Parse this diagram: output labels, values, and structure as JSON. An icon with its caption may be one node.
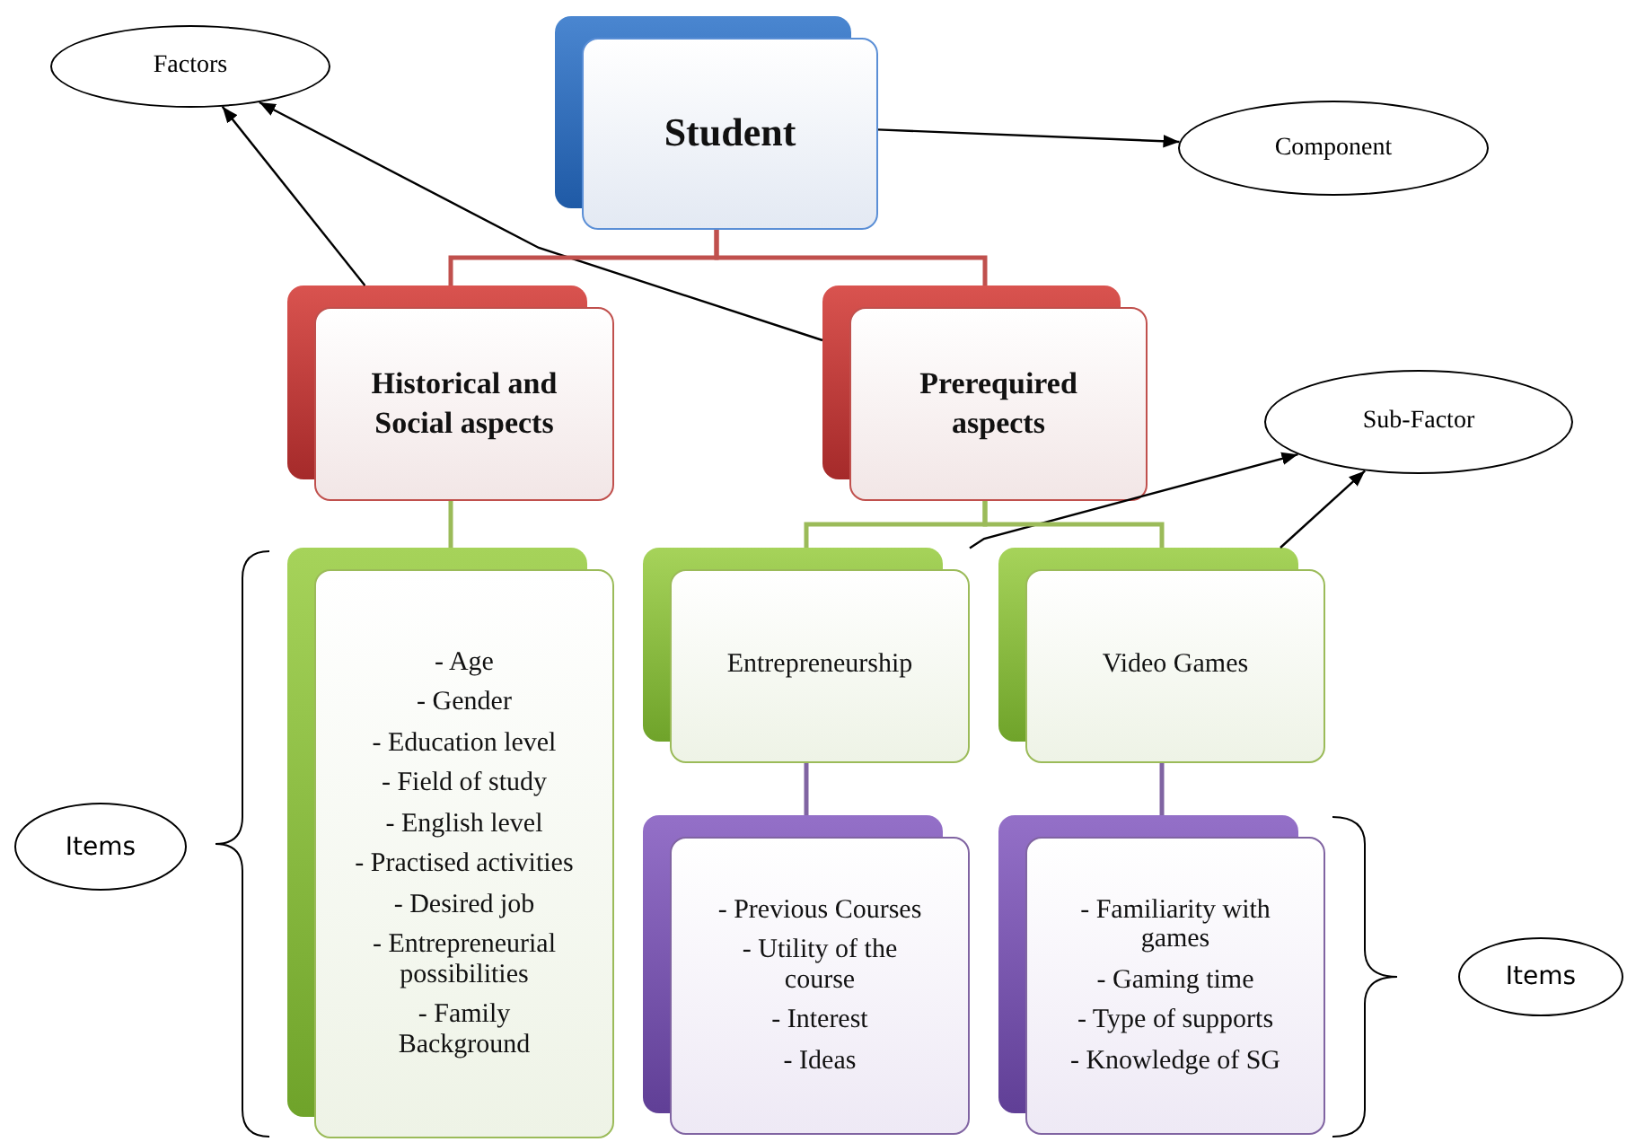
{
  "diagram": {
    "nodes": [
      {
        "text": [
          "Student"
        ]
      },
      {
        "text": [
          "Factors"
        ]
      },
      {
        "text": [
          "Component"
        ]
      },
      {
        "text": [
          "Historical and Social aspects"
        ]
      },
      {
        "text": [
          "Prerequired aspects"
        ]
      },
      {
        "text": [
          "Sub-Factor"
        ]
      },
      {
        "text": [
          "- Age",
          "- Gender",
          "- Education level",
          "- Field of study",
          "- English level",
          "- Practised activities",
          "- Desired job",
          "- Entrepreneurial possibilities",
          "- Family Background"
        ]
      },
      {
        "text": [
          "Entrepreneurship"
        ]
      },
      {
        "text": [
          "Video Games"
        ]
      },
      {
        "text": [
          "- Previous Courses",
          "- Utility of the course",
          "- Interest",
          "- Ideas"
        ]
      },
      {
        "text": [
          "- Familiarity with games",
          "- Gaming time",
          "- Type of supports",
          "- Knowledge of SG"
        ]
      },
      {
        "text": [
          "Items"
        ]
      },
      {
        "text": [
          "Items"
        ]
      }
    ],
    "edges": [
      {
        "from": 0,
        "to": 2,
        "arrow": "to"
      },
      {
        "from": 3,
        "to": 1,
        "arrow": "to"
      },
      {
        "from": 4,
        "to": 1,
        "arrow": "to"
      },
      {
        "from": 7,
        "to": 5,
        "arrow": "to"
      },
      {
        "from": 8,
        "to": 5,
        "arrow": "to"
      },
      {
        "from": 0,
        "to": 3,
        "arrow": "none",
        "color": "#c0504d"
      },
      {
        "from": 0,
        "to": 4,
        "arrow": "none",
        "color": "#c0504d"
      },
      {
        "from": 3,
        "to": 6,
        "arrow": "none",
        "color": "#9bbb59"
      },
      {
        "from": 4,
        "to": 7,
        "arrow": "none",
        "color": "#9bbb59"
      },
      {
        "from": 4,
        "to": 8,
        "arrow": "none",
        "color": "#9bbb59"
      },
      {
        "from": 7,
        "to": 9,
        "arrow": "none",
        "color": "#8064a2"
      },
      {
        "from": 8,
        "to": 10,
        "arrow": "none",
        "color": "#8064a2"
      }
    ]
  }
}
